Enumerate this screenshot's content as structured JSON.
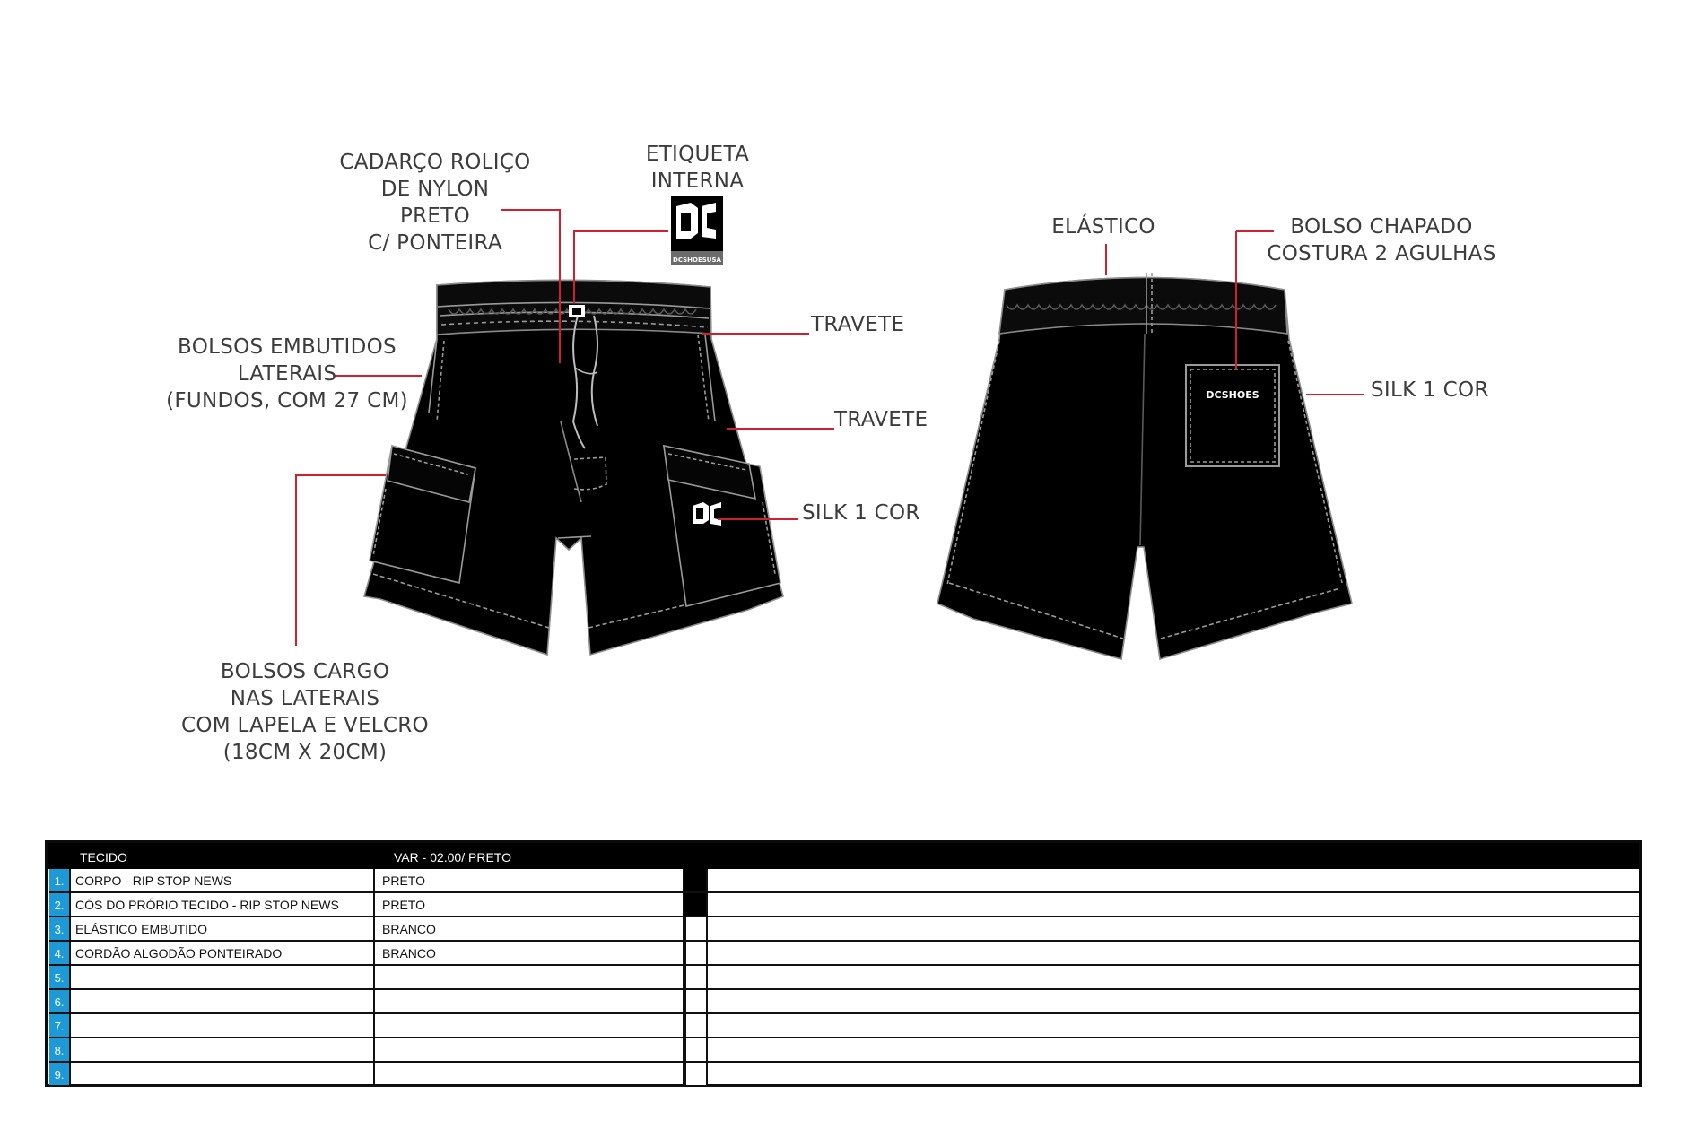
{
  "callouts": {
    "drawstring": [
      "CADARÇO ROLIÇO",
      "DE NYLON",
      "PRETO",
      "C/ PONTEIRA"
    ],
    "inner_label": [
      "ETIQUETA",
      "INTERNA"
    ],
    "side_pockets": [
      "BOLSOS EMBUTIDOS",
      "LATERAIS",
      "(FUNDOS, COM 27 CM)"
    ],
    "bartack_1": "TRAVETE",
    "bartack_2": "TRAVETE",
    "silk_front": "SILK 1 COR",
    "cargo_pockets": [
      "BOLSOS CARGO",
      "NAS LATERAIS",
      "COM LAPELA E VELCRO",
      "(18CM X 20CM)"
    ],
    "elastic": "ELÁSTICO",
    "back_pocket": [
      "BOLSO CHAPADO",
      "COSTURA 2 AGULHAS"
    ],
    "silk_back": "SILK 1 COR"
  },
  "logos": {
    "tag_badge": "DC",
    "tag_strip": "DCSHOESUSA",
    "back_pocket_print": "DCSHOES"
  },
  "colors": {
    "garment": "#000000",
    "stitch": "#9a9a9a",
    "leader": "#d01f2e",
    "label_text": "#3c3c3c",
    "row_number_bg": "#1d9ad6"
  },
  "spec_table": {
    "header_fabric": "TECIDO",
    "header_variant": "VAR - 02.00/ PRETO",
    "rows": [
      {
        "num": "1.",
        "item": "CORPO - RIP STOP NEWS",
        "color": "PRETO",
        "swatch": "#000000"
      },
      {
        "num": "2.",
        "item": "CÓS DO PRÓRIO TECIDO - RIP STOP NEWS",
        "color": "PRETO",
        "swatch": "#000000"
      },
      {
        "num": "3.",
        "item": "ELÁSTICO EMBUTIDO",
        "color": "BRANCO",
        "swatch": "#ffffff"
      },
      {
        "num": "4.",
        "item": "CORDÃO ALGODÃO  PONTEIRADO",
        "color": "BRANCO",
        "swatch": "#ffffff"
      },
      {
        "num": "5.",
        "item": "",
        "color": "",
        "swatch": "#ffffff"
      },
      {
        "num": "6.",
        "item": "",
        "color": "",
        "swatch": "#ffffff"
      },
      {
        "num": "7.",
        "item": "",
        "color": "",
        "swatch": "#ffffff"
      },
      {
        "num": "8.",
        "item": "",
        "color": "",
        "swatch": "#ffffff"
      },
      {
        "num": "9.",
        "item": "",
        "color": "",
        "swatch": "#ffffff"
      }
    ]
  }
}
